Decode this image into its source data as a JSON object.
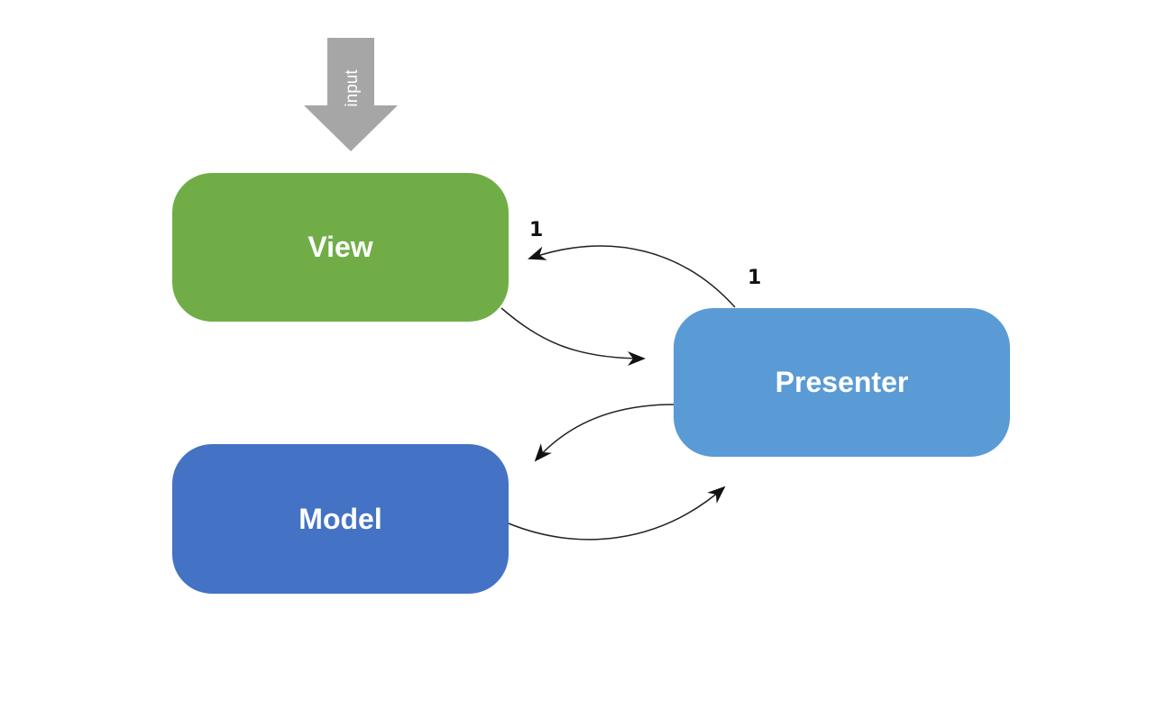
{
  "input_arrow": {
    "label": "input",
    "color": "#a6a6a6"
  },
  "nodes": {
    "view": {
      "label": "View",
      "color": "#70ad47"
    },
    "presenter": {
      "label": "Presenter",
      "color": "#5b9bd5"
    },
    "model": {
      "label": "Model",
      "color": "#4472c4"
    }
  },
  "edge_labels": {
    "view_side": "1",
    "presenter_side": "1"
  },
  "connector_color": "#222222"
}
